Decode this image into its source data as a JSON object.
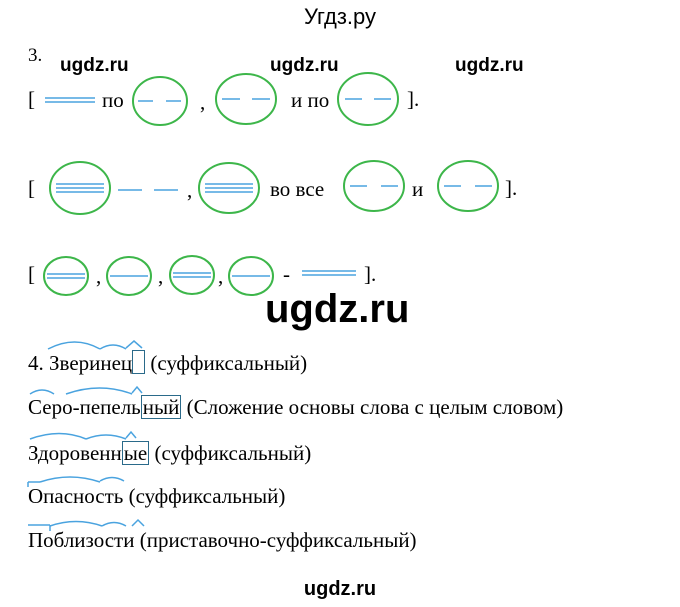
{
  "header": {
    "site": "Угдз.ру"
  },
  "watermarks": {
    "small": "ugdz.ru",
    "big": "ugdz.ru",
    "footer": "ugdz.ru"
  },
  "task3": {
    "number": "3.",
    "line1": {
      "bracket_open": "[",
      "w1": "по",
      "comma": ",",
      "w2": "и по",
      "bracket_close": "]."
    },
    "line2": {
      "bracket_open": "[",
      "comma": ",",
      "w1": "во все",
      "w2": "и",
      "bracket_close": "]."
    },
    "line3": {
      "bracket_open": "[",
      "c1": ",",
      "c2": ",",
      "c3": ",",
      "dash": "-",
      "bracket_close": "]."
    }
  },
  "task4": {
    "number": "4.",
    "items": [
      {
        "word": "Зверинец",
        "desc": "(суффиксальный)"
      },
      {
        "stem": "Серо-пепель",
        "ending": "ный",
        "desc": "(Сложение основы слова с целым словом)"
      },
      {
        "stem": "Здоровенн",
        "ending": "ые",
        "desc": "(суффиксальный)"
      },
      {
        "word": "Опасность",
        "desc": "(суффиксальный)"
      },
      {
        "word": "Поблизости",
        "desc": "(приставочно-суффиксальный)"
      }
    ]
  },
  "colors": {
    "circle": "#3db64a",
    "line": "#4aa3df",
    "box": "#2a6a8a"
  }
}
